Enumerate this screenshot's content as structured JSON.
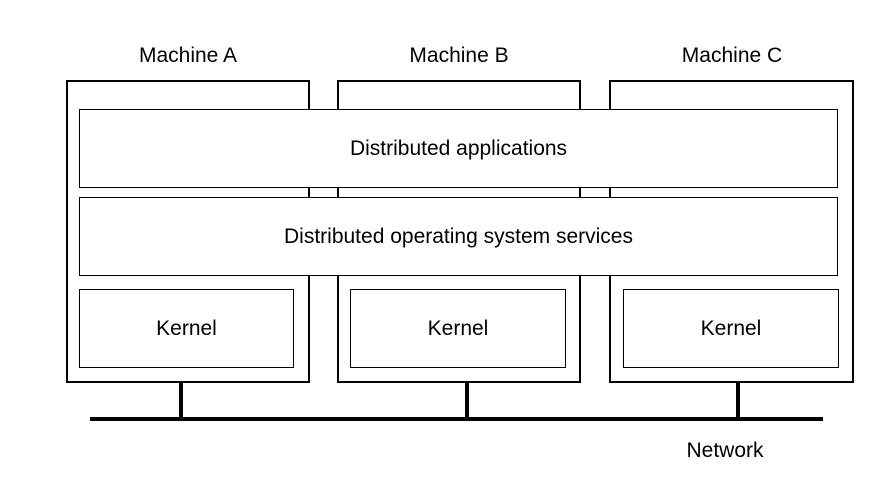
{
  "machines": [
    {
      "name": "Machine A",
      "kernel": "Kernel"
    },
    {
      "name": "Machine B",
      "kernel": "Kernel"
    },
    {
      "name": "Machine C",
      "kernel": "Kernel"
    }
  ],
  "layers": {
    "applications": "Distributed applications",
    "services": "Distributed operating system services"
  },
  "network": {
    "label": "Network"
  }
}
